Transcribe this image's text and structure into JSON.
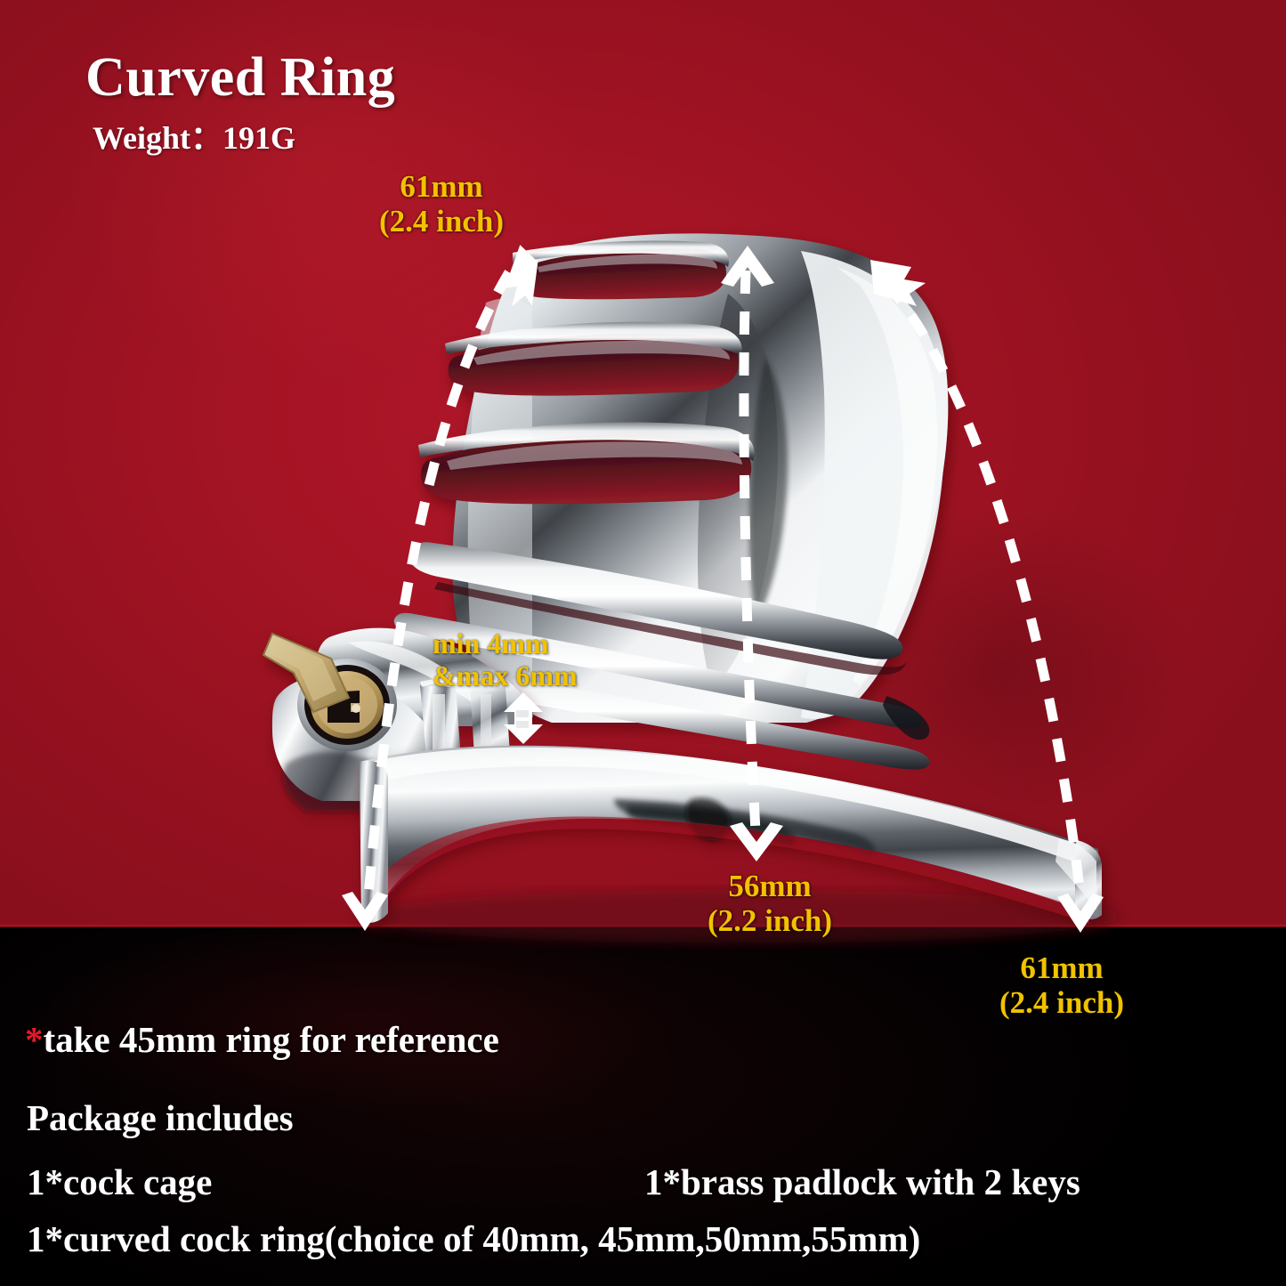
{
  "product": {
    "title": "Curved Ring",
    "weight_label": "Weight：191G"
  },
  "dimensions": {
    "top_left": {
      "mm": "61mm",
      "inch": "(2.4 inch)"
    },
    "gap": {
      "line1": "min 4mm",
      "line2": "&max 6mm"
    },
    "bottom_center": {
      "mm": "56mm",
      "inch": "(2.2 inch)"
    },
    "bottom_right": {
      "mm": "61mm",
      "inch": "(2.4 inch)"
    }
  },
  "notes": {
    "reference_star": "*",
    "reference_text": "take 45mm ring for reference"
  },
  "package": {
    "heading": "Package includes",
    "item_1": "1*cock cage",
    "item_2": "1*brass padlock with 2 keys",
    "item_3": "1*curved cock ring(choice of 40mm, 45mm,50mm,55mm)"
  },
  "colors": {
    "background_red": "#a51424",
    "background_black": "#050102",
    "dimension_text": "#f2c200",
    "body_text": "#ffffff",
    "asterisk_red": "#e8182a",
    "metal_chrome": "#d9dde0",
    "brass": "#c9ab6e"
  },
  "icons": {
    "padlock": "padlock-icon",
    "key": "key-icon",
    "arrow_up": "arrow-up-icon",
    "arrow_down": "arrow-down-icon"
  }
}
